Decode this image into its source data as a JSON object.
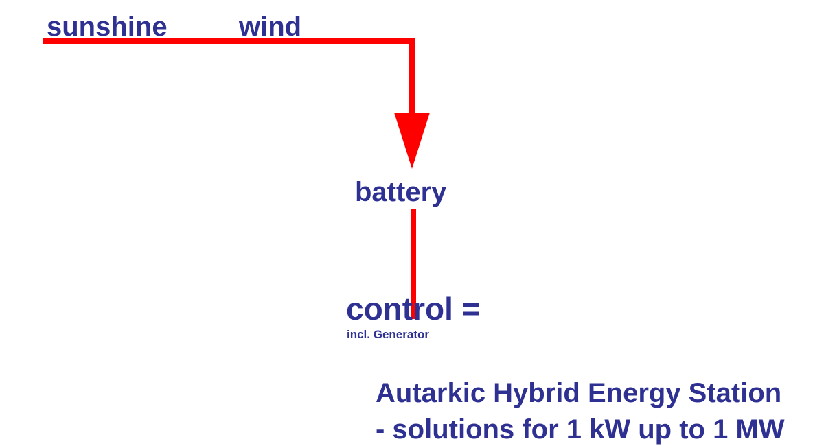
{
  "labels": {
    "sunshine": "sunshine",
    "wind": "wind",
    "battery": "battery",
    "control": "control =",
    "control_note": "incl. Generator"
  },
  "title": {
    "line1": "Autarkic Hybrid Energy Station",
    "line2": "- solutions for 1 kW up to 1 MW"
  },
  "colors": {
    "text": "#2e3192",
    "flow_line": "#ff0000",
    "background": "#ffffff"
  }
}
